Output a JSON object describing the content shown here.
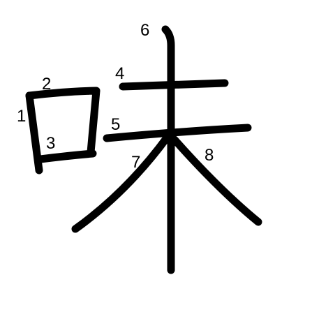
{
  "diagram": {
    "character": "味",
    "ink_color": "#000000",
    "stroke_numbers": [
      "1",
      "2",
      "3",
      "4",
      "5",
      "6",
      "7",
      "8"
    ]
  }
}
